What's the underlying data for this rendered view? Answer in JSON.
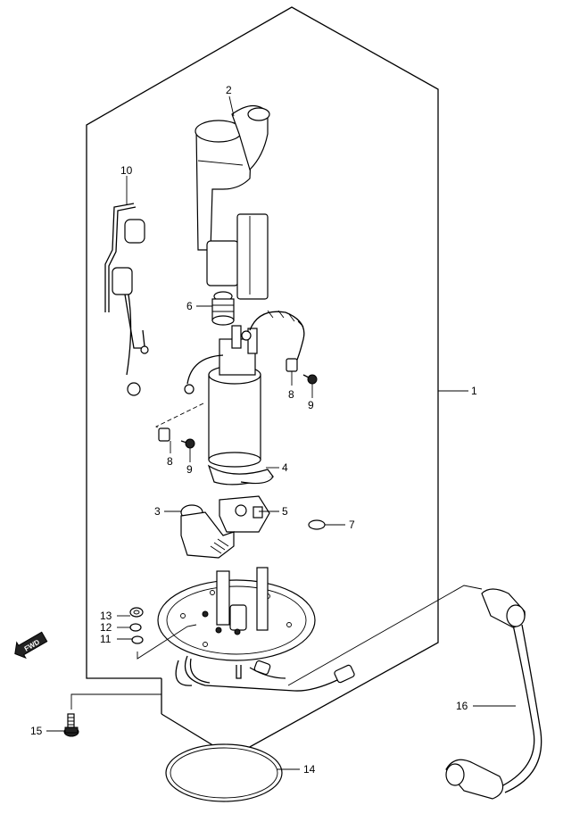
{
  "callouts": {
    "p1": "1",
    "p2": "2",
    "p3": "3",
    "p4": "4",
    "p5": "5",
    "p6": "6",
    "p7": "7",
    "p8a": "8",
    "p8b": "8",
    "p9a": "9",
    "p9b": "9",
    "p10": "10",
    "p11": "11",
    "p12": "12",
    "p13": "13",
    "p14": "14",
    "p15": "15",
    "p16": "16"
  },
  "direction_badge": "FWD"
}
